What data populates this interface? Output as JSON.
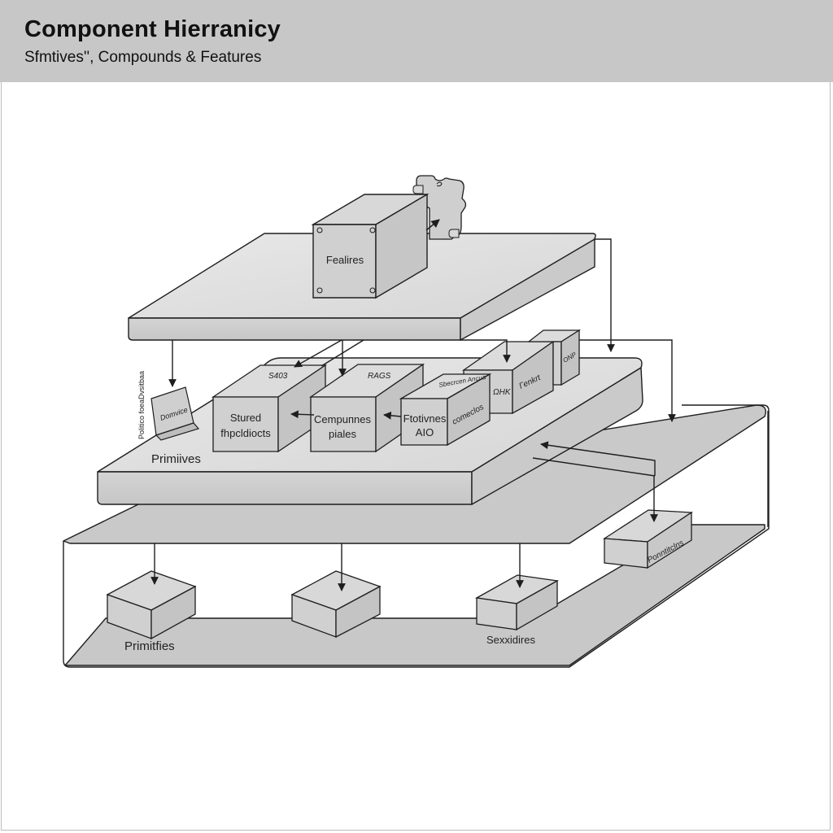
{
  "header": {
    "title": "Component Hierranicy",
    "subtitle": "Sfmtives'', Compounds & Features"
  },
  "colors": {
    "header_bg": "#c7c7c7",
    "slab_top": "#e2e2e2",
    "slab_side": "#cfcfcf",
    "base_fill": "#c9c9c9",
    "box_front": "#d0d0d0",
    "box_top": "#dcdcdc",
    "box_side": "#c4c4c4",
    "stroke": "#1e1e1e"
  },
  "diagram": {
    "features_layer": {
      "box_label": "Fealires",
      "puzzle_icon": "puzzle-piece-icon"
    },
    "compounds_layer": {
      "layer_label": "Primiives",
      "side_vertical_label": "Politico foeaDvsitbaa",
      "small_card_label": "Domvice",
      "boxes": [
        {
          "top": "S403",
          "front_line1": "Stured",
          "front_line2": "fhpcldiocts"
        },
        {
          "top": "RAGS",
          "front_line1": "Cempuпnes",
          "front_line2": "рiales"
        },
        {
          "top": "Sbecrcen Ancua",
          "front_line1": "Ftotivnes",
          "front_line2": "AIO",
          "side": "coтeclos"
        },
        {
          "front": "ΩHK",
          "side": "Гenkrt"
        },
        {
          "side": "ONP"
        }
      ]
    },
    "primitives_layer": {
      "labels": [
        "Primitfies",
        "Sexxidires"
      ],
      "side_box_label": "Ponntitclns",
      "box_count": 3
    }
  }
}
